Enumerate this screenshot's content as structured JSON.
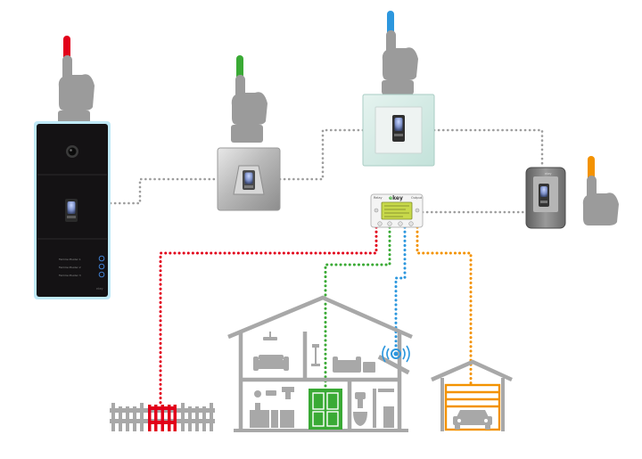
{
  "colors": {
    "red": "#e2001a",
    "green": "#3aaa35",
    "blue": "#2c97de",
    "orange": "#f39200",
    "gray_link": "#9d9d9d",
    "hand": "#9b9b9b",
    "house": "#a8a8a8",
    "panel_dark": "#141214"
  },
  "controller": {
    "label_left": "Relay",
    "label_right": "Output",
    "brand_prefix": "e",
    "brand_suffix": "key"
  },
  "intercom": {
    "rows": [
      {
        "label": "Familie Muster 1"
      },
      {
        "label": "Familie Muster 2"
      },
      {
        "label": "Familie Muster 3"
      }
    ],
    "brand": "ekey"
  },
  "outdoor_reader": {
    "brand": "ekey"
  },
  "icons": {
    "fingerprint": "fingerprint-icon",
    "hand": "pointing-hand-icon",
    "gate": "gate-icon",
    "door": "door-icon",
    "alarm": "alarm-icon",
    "garage": "garage-icon",
    "house": "house-icon"
  }
}
